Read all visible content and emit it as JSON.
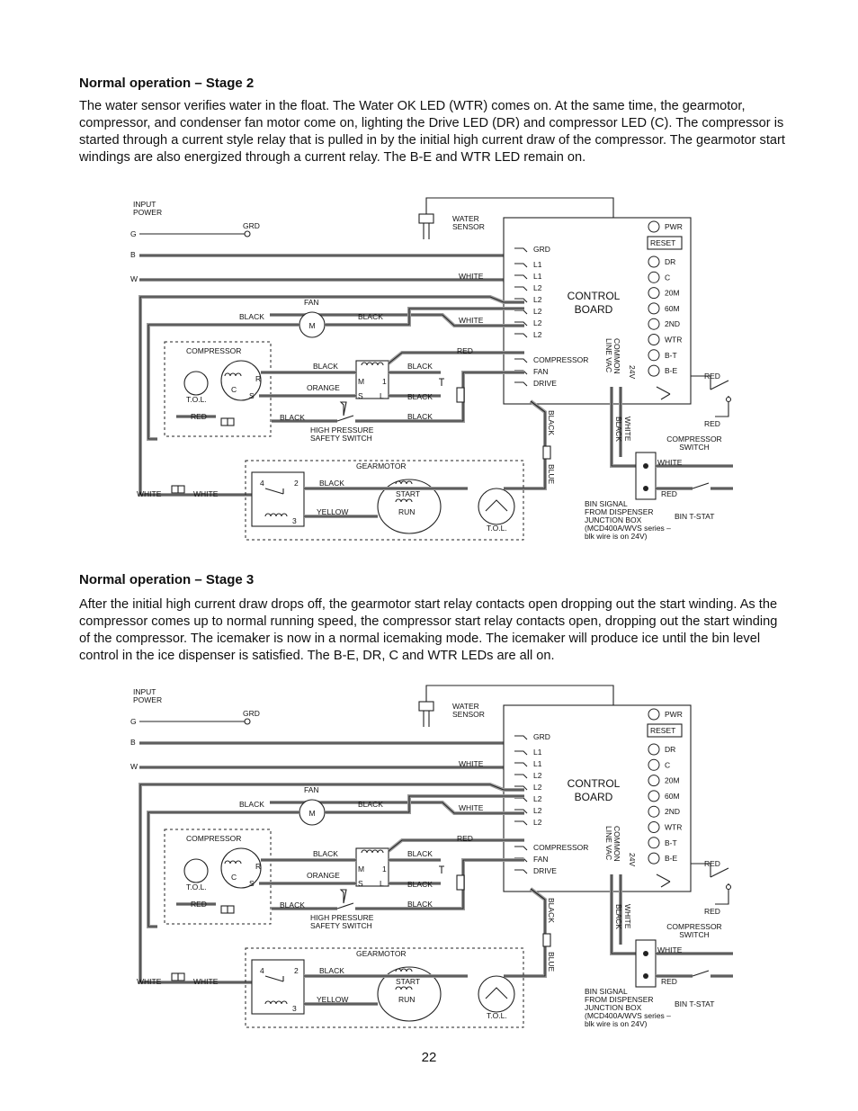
{
  "stage2": {
    "heading": "Normal operation – Stage 2",
    "paragraph": "The water sensor verifies water in the float. The Water OK LED (WTR) comes on. At the same time, the gearmotor, compressor, and condenser fan motor come on, lighting the Drive LED (DR) and compressor LED (C). The compressor is started through a current style relay that is pulled in by the initial high current draw of the compressor. The gearmotor start windings are also energized through a current relay. The B-E and WTR LED remain on."
  },
  "stage3": {
    "heading": "Normal operation – Stage 3",
    "paragraph": "After the initial high current draw drops off, the gearmotor start relay contacts open dropping out the start winding. As the compressor comes up to normal running speed, the compressor start relay contacts open, dropping out the start winding of the compressor. The icemaker is now in a normal icemaking mode. The icemaker will produce ice until the bin level control in the ice dispenser is satisfied. The B-E, DR, C and WTR LEDs are all on."
  },
  "diagram": {
    "input_power": [
      "INPUT",
      "POWER"
    ],
    "g": "G",
    "b": "B",
    "w": "W",
    "grd": "GRD",
    "water_sensor": [
      "WATER",
      "SENSOR"
    ],
    "control_board": [
      "CONTROL",
      "BOARD"
    ],
    "terminals": [
      "GRD",
      "L1",
      "L1",
      "L2",
      "L2",
      "L2",
      "L2",
      "L2"
    ],
    "outputs": [
      "COMPRESSOR",
      "FAN",
      "DRIVE"
    ],
    "pwr": "PWR",
    "reset": "RESET",
    "leds": [
      "DR",
      "C",
      "20M",
      "60M",
      "2ND",
      "WTR",
      "B-T",
      "B-E"
    ],
    "line_vac": [
      "COMMON",
      "LINE VAC"
    ],
    "v24": "24V",
    "white": "WHITE",
    "black": "BLACK",
    "red": "RED",
    "orange": "ORANGE",
    "yellow": "YELLOW",
    "blue": "BLUE",
    "fan": "FAN",
    "m": "M",
    "compressor": "COMPRESSOR",
    "tol": "T.O.L.",
    "c": "C",
    "r": "R",
    "s": "S",
    "relay_m": "M",
    "relay_1": "1",
    "relay_s": "S",
    "relay_l": "L",
    "high_pressure": [
      "HIGH PRESSURE",
      "SAFETY SWITCH"
    ],
    "gearmotor": "GEARMOTOR",
    "start": "START",
    "run": "RUN",
    "gm_4": "4",
    "gm_2": "2",
    "gm_3": "3",
    "compressor_switch": [
      "COMPRESSOR",
      "SWITCH"
    ],
    "bin_signal": [
      "BIN SIGNAL",
      "FROM DISPENSER",
      "JUNCTION BOX",
      "(MCD400A/WVS series –",
      " blk wire is on 24V)"
    ],
    "bin_tstat": "BIN T-STAT"
  },
  "page_number": "22"
}
